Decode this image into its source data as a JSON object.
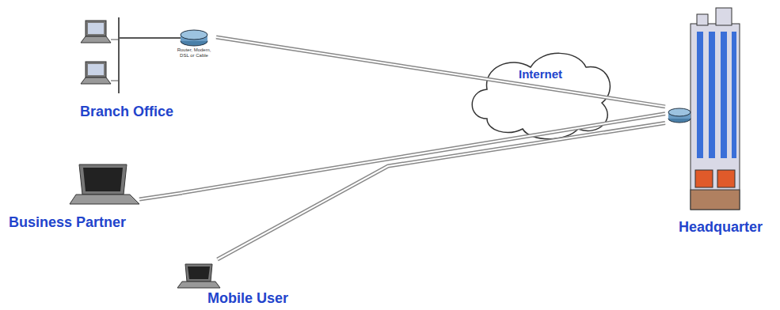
{
  "diagram": {
    "nodes": [
      {
        "text": [
          "Branch Office"
        ]
      },
      {
        "text": [
          "Internet"
        ]
      },
      {
        "text": [
          "Business Partner"
        ]
      },
      {
        "text": [
          "Mobile User"
        ]
      },
      {
        "text": [
          "Headquarter"
        ]
      }
    ],
    "edges": [
      {
        "from": 0,
        "to": 4,
        "arrow": "none"
      },
      {
        "from": 2,
        "to": 4,
        "arrow": "none"
      },
      {
        "from": 3,
        "to": 4,
        "arrow": "none"
      }
    ],
    "labels": [
      "Router, Modem, DSL or Cable"
    ]
  }
}
